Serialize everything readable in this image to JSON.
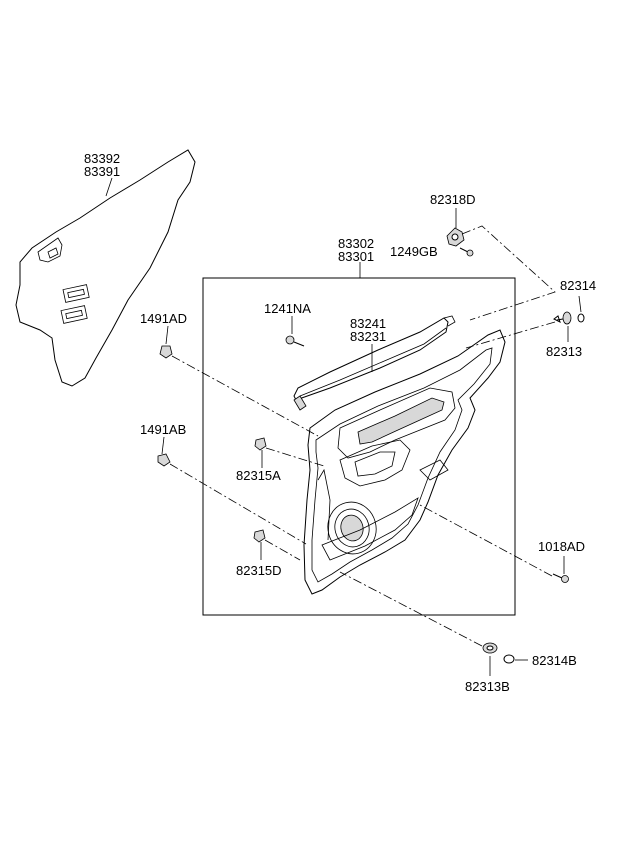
{
  "labels": {
    "p83392": "83392",
    "p83391": "83391",
    "p82318D": "82318D",
    "p1249GB": "1249GB",
    "p83302": "83302",
    "p83301": "83301",
    "p82314": "82314",
    "p1491AD": "1491AD",
    "p1241NA": "1241NA",
    "p83241": "83241",
    "p83231": "83231",
    "p82313": "82313",
    "p1491AB": "1491AB",
    "p82315A": "82315A",
    "p1018AD": "1018AD",
    "p82315D": "82315D",
    "p82314B": "82314B",
    "p82313B": "82313B"
  }
}
